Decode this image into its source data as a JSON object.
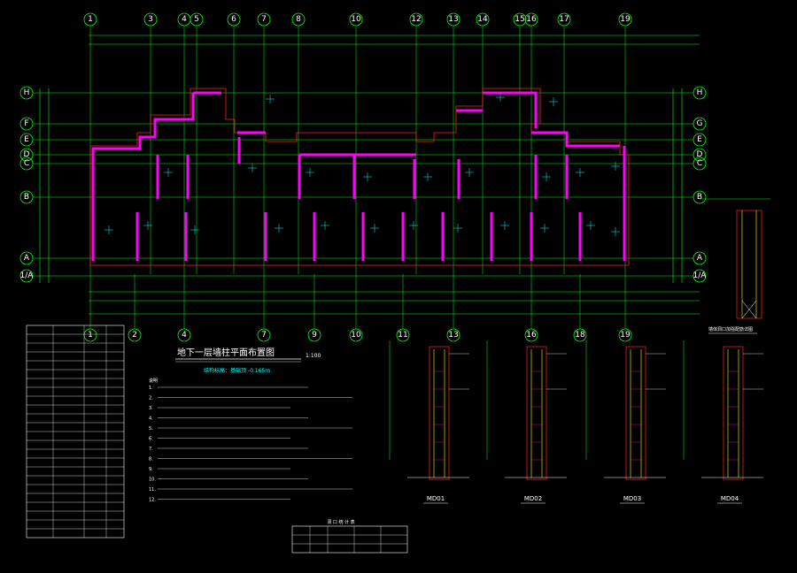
{
  "drawing": {
    "title": "地下一层墙柱平面布置图",
    "scale": "1:100",
    "subtitle": "结构标高：基础顶 -0.165m",
    "notes_heading": "说明",
    "door_table_title": "洞 口 统 计 表",
    "detail_caption": "墙体洞口加强配筋详图"
  },
  "top_axes": [
    "1",
    "3",
    "4",
    "5",
    "6",
    "7",
    "8",
    "10",
    "12",
    "13",
    "14",
    "15",
    "16",
    "17",
    "19"
  ],
  "mid_axes": [
    "1",
    "2",
    "4",
    "7",
    "9",
    "10",
    "11",
    "13",
    "16",
    "18",
    "19"
  ],
  "left_axes": [
    "H",
    "F",
    "E",
    "D",
    "C",
    "B",
    "A",
    "1/A"
  ],
  "right_axes": [
    "H",
    "G",
    "E",
    "D",
    "C",
    "B",
    "A",
    "1/A"
  ],
  "detail_labels": [
    "MD01",
    "MD02",
    "MD03",
    "MD04"
  ],
  "notes": [
    "1.",
    "2.",
    "3.",
    "4.",
    "5.",
    "6.",
    "7.",
    "8.",
    "9.",
    "10.",
    "11.",
    "12."
  ]
}
